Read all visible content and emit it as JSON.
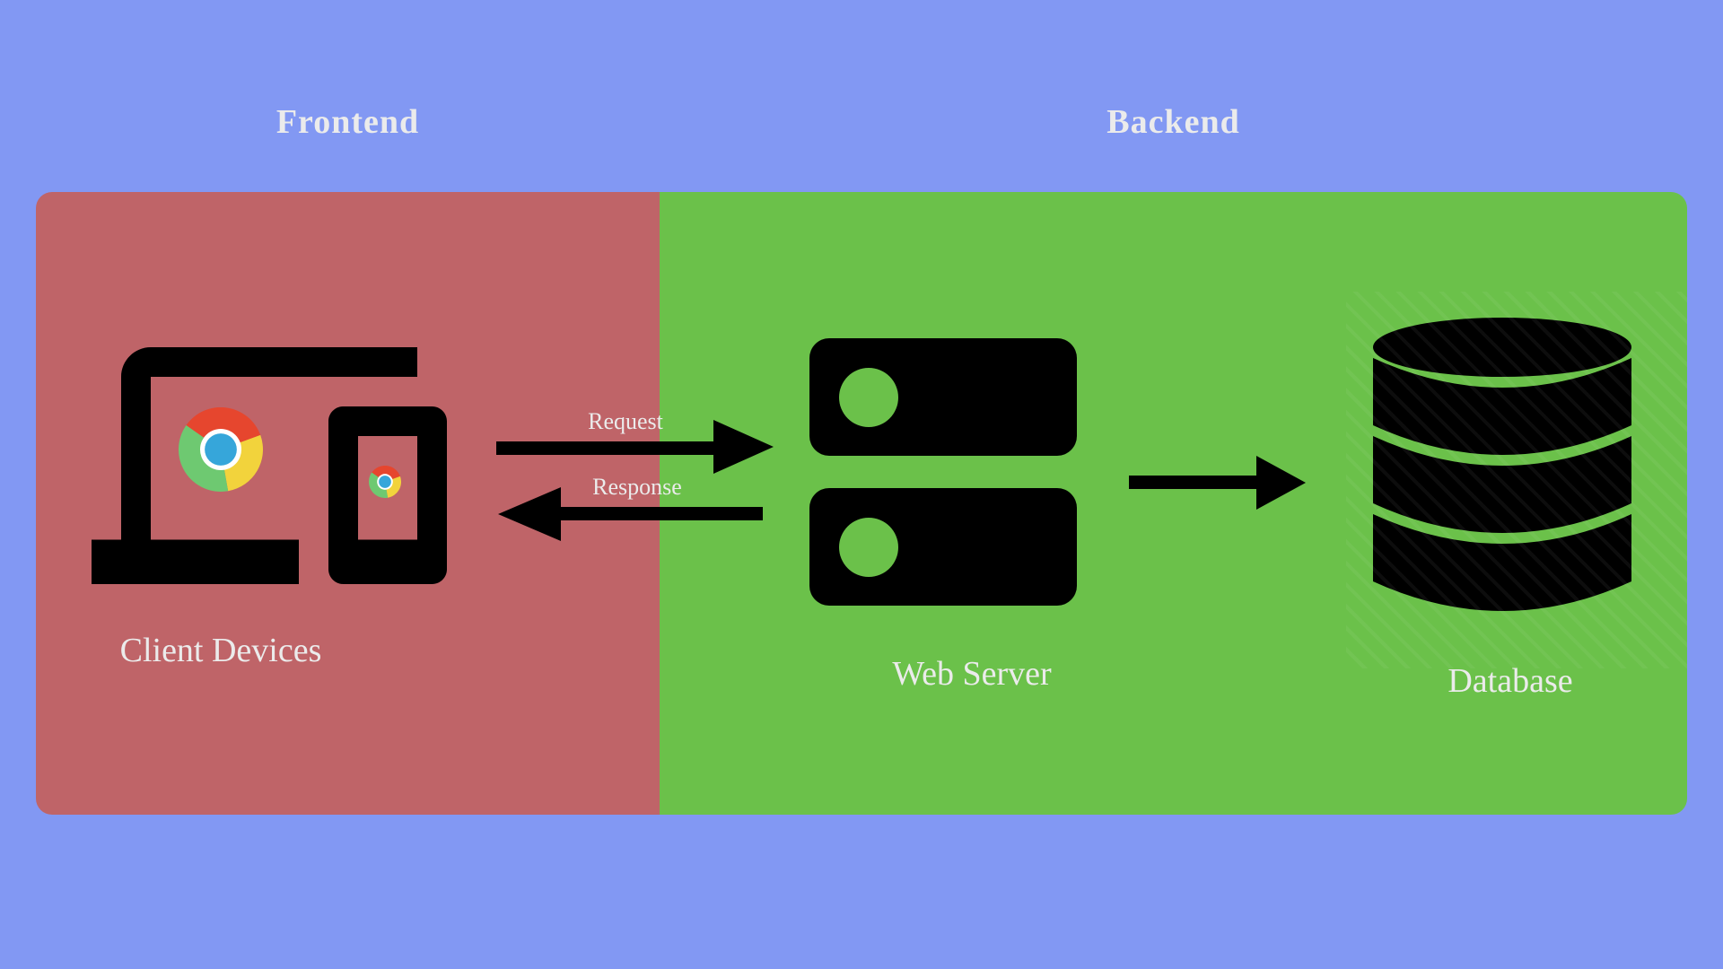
{
  "sections": {
    "frontend": {
      "label": "Frontend"
    },
    "backend": {
      "label": "Backend"
    }
  },
  "nodes": {
    "client_devices": {
      "label": "Client Devices",
      "icon": "devices-icon"
    },
    "web_server": {
      "label": "Web Server",
      "icon": "server-rack-icon"
    },
    "database": {
      "label": "Database",
      "icon": "database-cylinder-icon"
    }
  },
  "flows": {
    "request": {
      "label": "Request",
      "direction": "right"
    },
    "response": {
      "label": "Response",
      "direction": "left"
    },
    "server_to_database": {
      "direction": "right"
    }
  },
  "colors": {
    "background": "#8298f3",
    "frontend_panel": "#bf6468",
    "backend_panel": "#6bc14a",
    "icon_black": "#000000",
    "label_text": "#ebebeb",
    "chrome_red": "#e6462e",
    "chrome_yellow": "#f2d33c",
    "chrome_green": "#6ec971",
    "chrome_blue": "#36a6da",
    "chrome_white": "#ffffff"
  }
}
